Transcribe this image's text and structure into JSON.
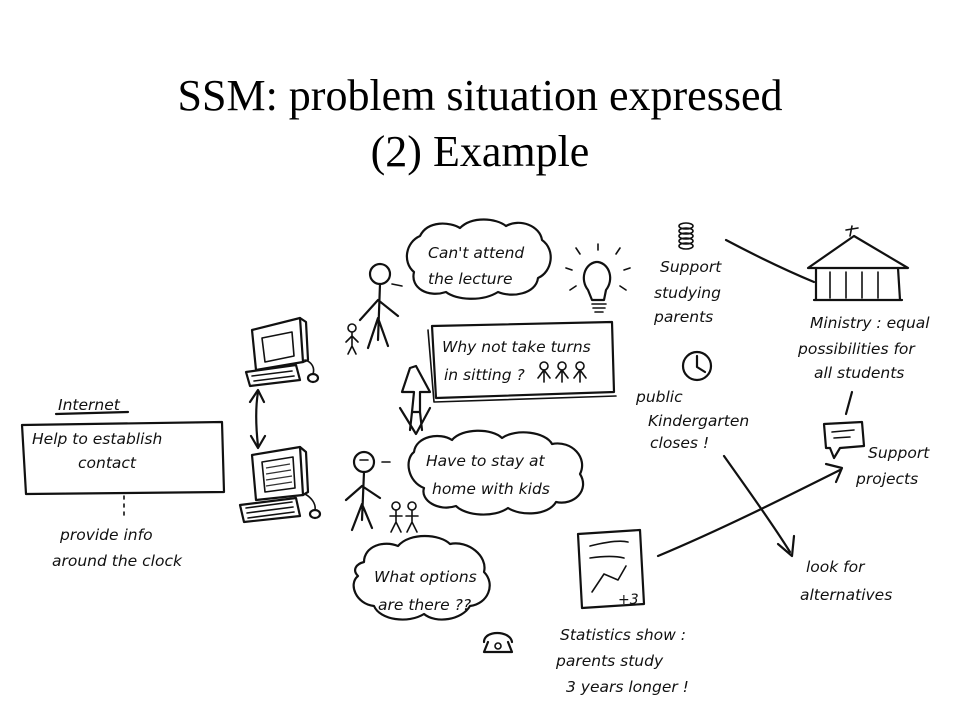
{
  "title": {
    "line1": "SSM: problem situation expressed",
    "line2": "(2) Example"
  },
  "notes": {
    "internet_label": "Internet",
    "internet_box_line1": "Help to establish",
    "internet_box_line2": "contact",
    "provide_info_line1": "provide info",
    "provide_info_line2": "around the clock",
    "cant_attend_line1": "Can't attend",
    "cant_attend_line2": "the lecture",
    "why_not_line1": "Why not take turns",
    "why_not_line2": "in sitting ?",
    "stay_home_line1": "Have to stay at",
    "stay_home_line2": "home with kids",
    "options_line1": "What options",
    "options_line2": "are there ??",
    "support_parents_line1": "Support",
    "support_parents_line2": "studying",
    "support_parents_line3": "parents",
    "kindergarten_line1": "public",
    "kindergarten_line2": "Kindergarten",
    "kindergarten_line3": "closes !",
    "ministry_line1": "Ministry : equal",
    "ministry_line2": "possibilities for",
    "ministry_line3": "all students",
    "support_projects_line1": "Support",
    "support_projects_line2": "projects",
    "look_for_line1": "look for",
    "look_for_line2": "alternatives",
    "statistics_line1": "Statistics show :",
    "statistics_line2": "parents study",
    "statistics_line3": "3 years longer !",
    "chart_plus": "+3"
  }
}
